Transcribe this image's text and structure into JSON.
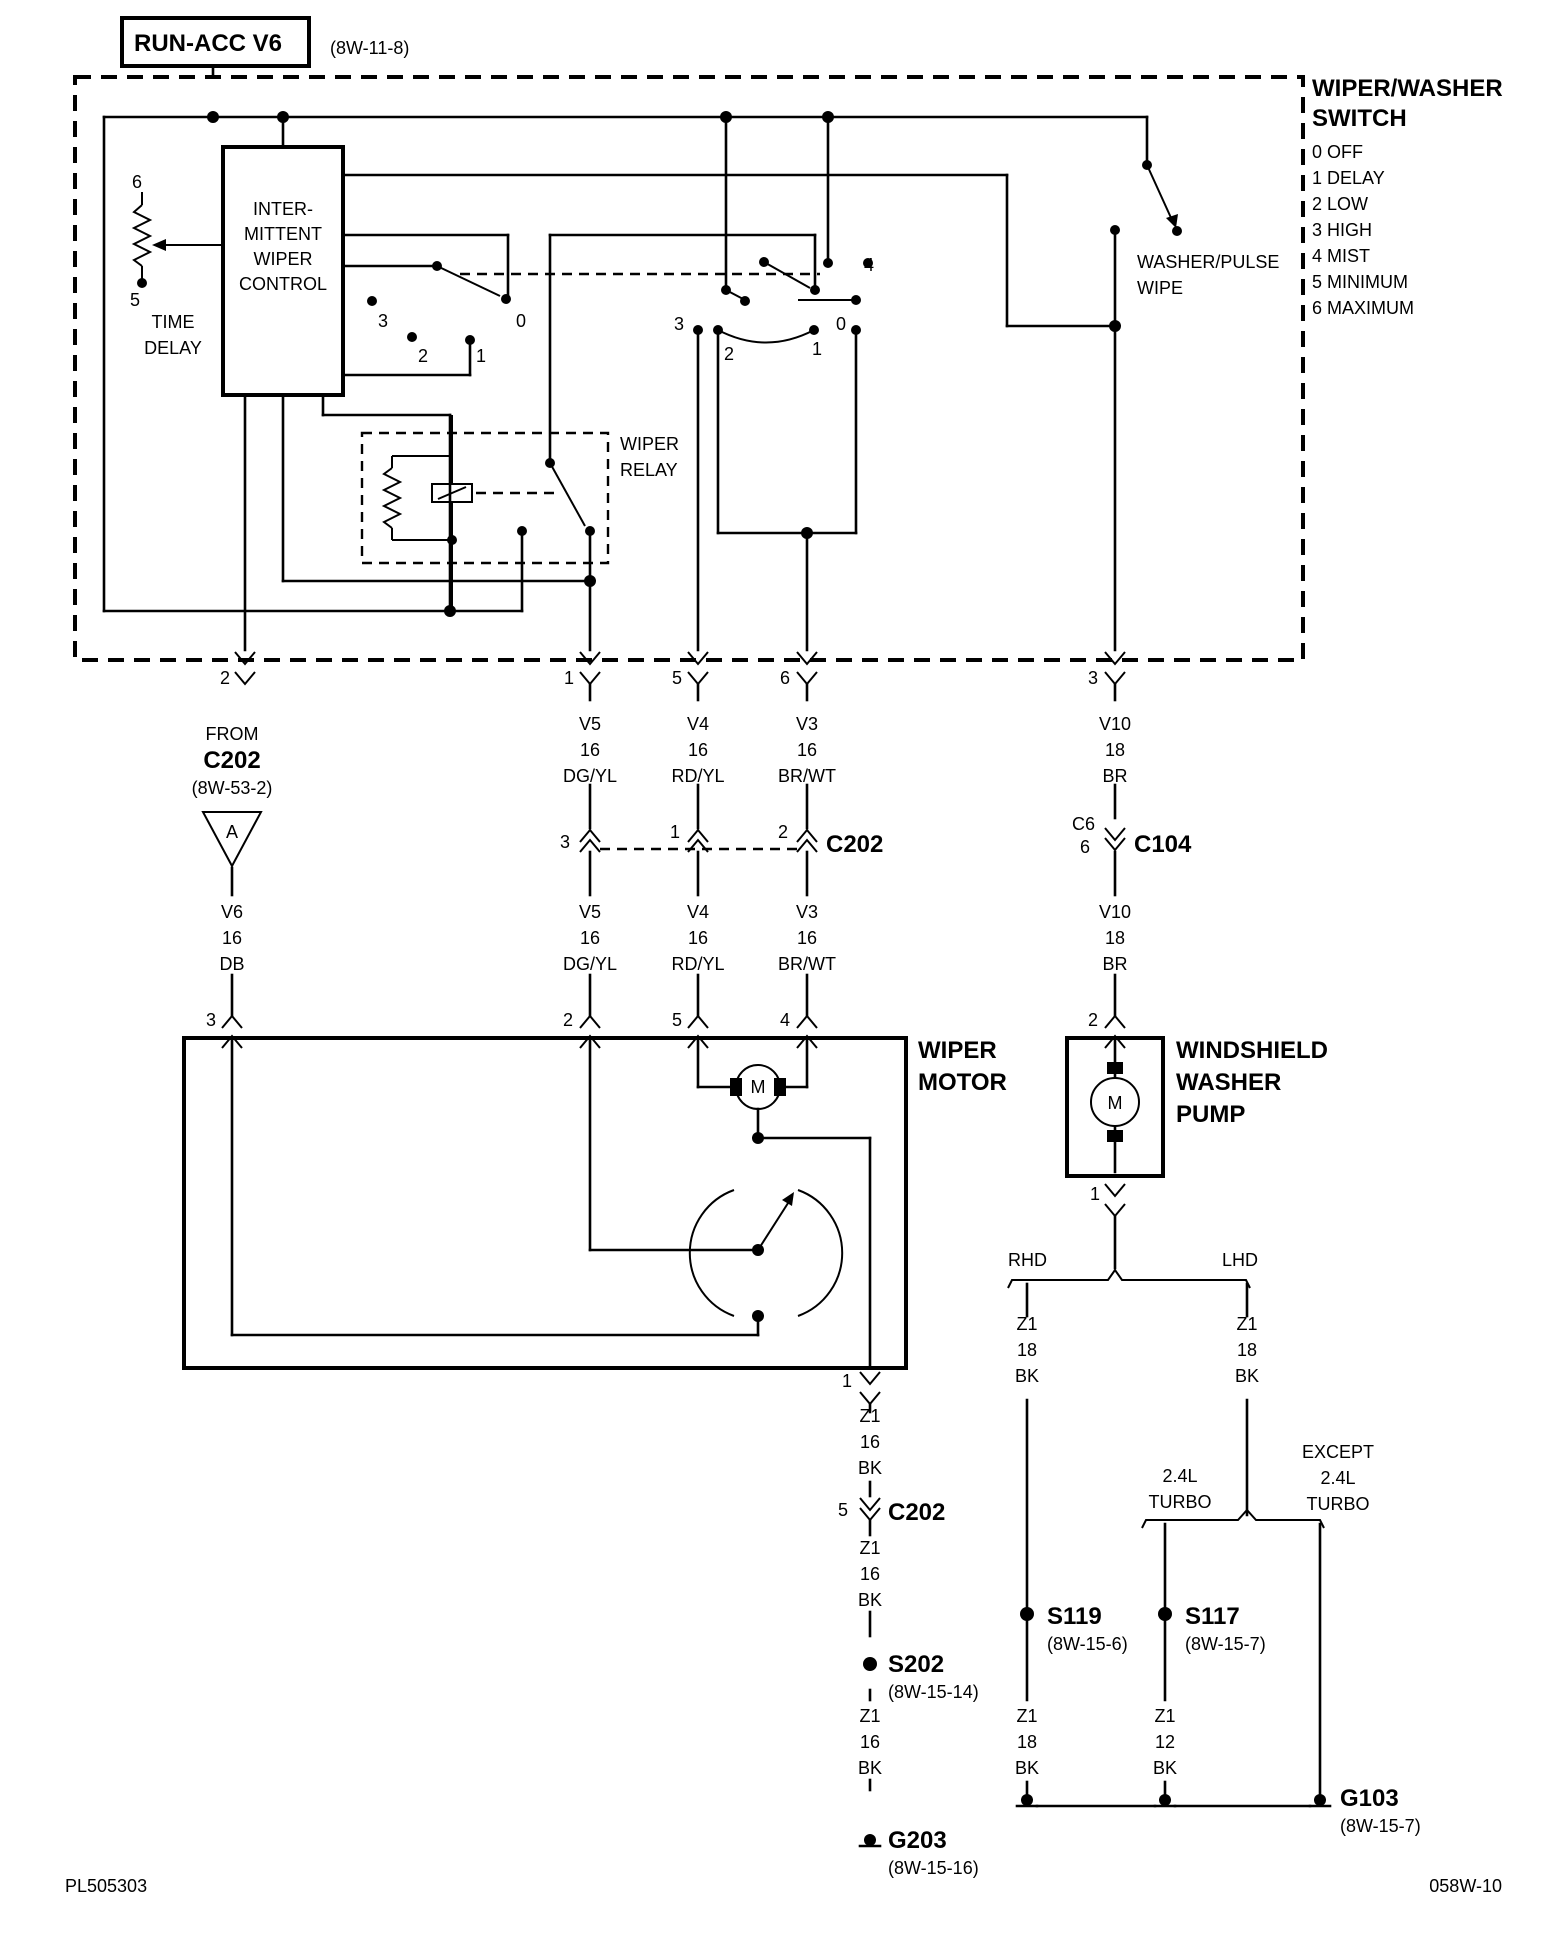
{
  "source": {
    "label": "RUN-ACC V6",
    "ref": "(8W-11-8)"
  },
  "wiper_washer_switch": {
    "title1": "WIPER/WASHER",
    "title2": "SWITCH",
    "positions": [
      "0 OFF",
      "1 DELAY",
      "2 LOW",
      "3 HIGH",
      "4 MIST",
      "5 MINIMUM",
      "6 MAXIMUM"
    ],
    "control_lines": [
      "INTER-",
      "MITTENT",
      "WIPER",
      "CONTROL"
    ],
    "time_delay": [
      "TIME",
      "DELAY"
    ],
    "pot_max": "6",
    "pot_min": "5",
    "relay_lines": [
      "WIPER",
      "RELAY"
    ],
    "washer_pulse": [
      "WASHER/PULSE",
      "WIPE"
    ],
    "sw_left": {
      "p0": "0",
      "p1": "1",
      "p2": "2",
      "p3": "3"
    },
    "sw_right": {
      "p0": "0",
      "p1": "1",
      "p2": "2",
      "p3": "3",
      "p4": "4"
    }
  },
  "switch_pins": {
    "p2": "2",
    "p1": "1",
    "p5": "5",
    "p6": "6",
    "p3": "3"
  },
  "from_c202": {
    "from": "FROM",
    "connector": "C202",
    "ref": "(8W-53-2)",
    "marker": "A"
  },
  "wires": {
    "v5": {
      "circuit": "V5",
      "gauge": "16",
      "color": "DG/YL"
    },
    "v4": {
      "circuit": "V4",
      "gauge": "16",
      "color": "RD/YL"
    },
    "v3": {
      "circuit": "V3",
      "gauge": "16",
      "color": "BR/WT"
    },
    "v10": {
      "circuit": "V10",
      "gauge": "18",
      "color": "BR"
    },
    "v6": {
      "circuit": "V6",
      "gauge": "16",
      "color": "DB"
    },
    "z1_16": {
      "circuit": "Z1",
      "gauge": "16",
      "color": "BK"
    },
    "z1_18": {
      "circuit": "Z1",
      "gauge": "18",
      "color": "BK"
    },
    "z1_12": {
      "circuit": "Z1",
      "gauge": "12",
      "color": "BK"
    }
  },
  "c202": {
    "name": "C202",
    "pin_v5": "3",
    "pin_v4": "1",
    "pin_v3": "2",
    "pin_ground": "5"
  },
  "c104": {
    "name": "C104",
    "cav1": "C6",
    "cav2": "6"
  },
  "wiper_motor": {
    "title1": "WIPER",
    "title2": "MOTOR",
    "motor_symbol": "M",
    "pins": {
      "p3": "3",
      "p2": "2",
      "p5": "5",
      "p4": "4",
      "p1": "1"
    }
  },
  "washer_pump": {
    "title1": "WINDSHIELD",
    "title2": "WASHER",
    "title3": "PUMP",
    "motor_symbol": "M",
    "pin_top": "2",
    "pin_bottom": "1"
  },
  "options": {
    "rhd": "RHD",
    "lhd": "LHD",
    "turbo": [
      "2.4L",
      "TURBO"
    ],
    "except_turbo": [
      "EXCEPT",
      "2.4L",
      "TURBO"
    ]
  },
  "splices": {
    "s202": {
      "name": "S202",
      "ref": "(8W-15-14)"
    },
    "s119": {
      "name": "S119",
      "ref": "(8W-15-6)"
    },
    "s117": {
      "name": "S117",
      "ref": "(8W-15-7)"
    }
  },
  "grounds": {
    "g203": {
      "name": "G203",
      "ref": "(8W-15-16)"
    },
    "g103": {
      "name": "G103",
      "ref": "(8W-15-7)"
    }
  },
  "footer": {
    "left": "PL505303",
    "right": "058W-10"
  }
}
